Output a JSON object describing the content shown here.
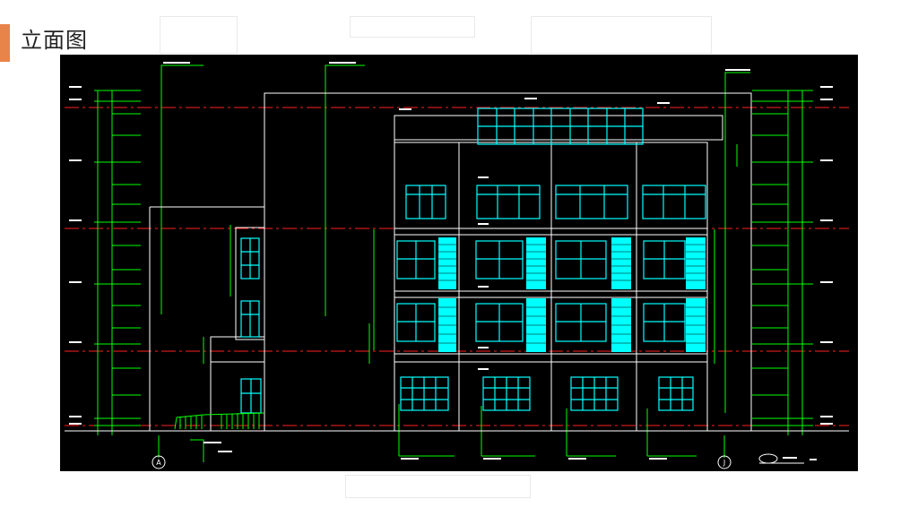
{
  "slide": {
    "title": "立面图",
    "accent_color": "#e8834a"
  },
  "drawing": {
    "background": "#000000",
    "line_colors": {
      "outline": "#ffffff",
      "dimension": "#00ff00",
      "glazing": "#00ffff",
      "axis": "#ff2020"
    },
    "axis_bubbles": [
      "A",
      "J"
    ]
  }
}
